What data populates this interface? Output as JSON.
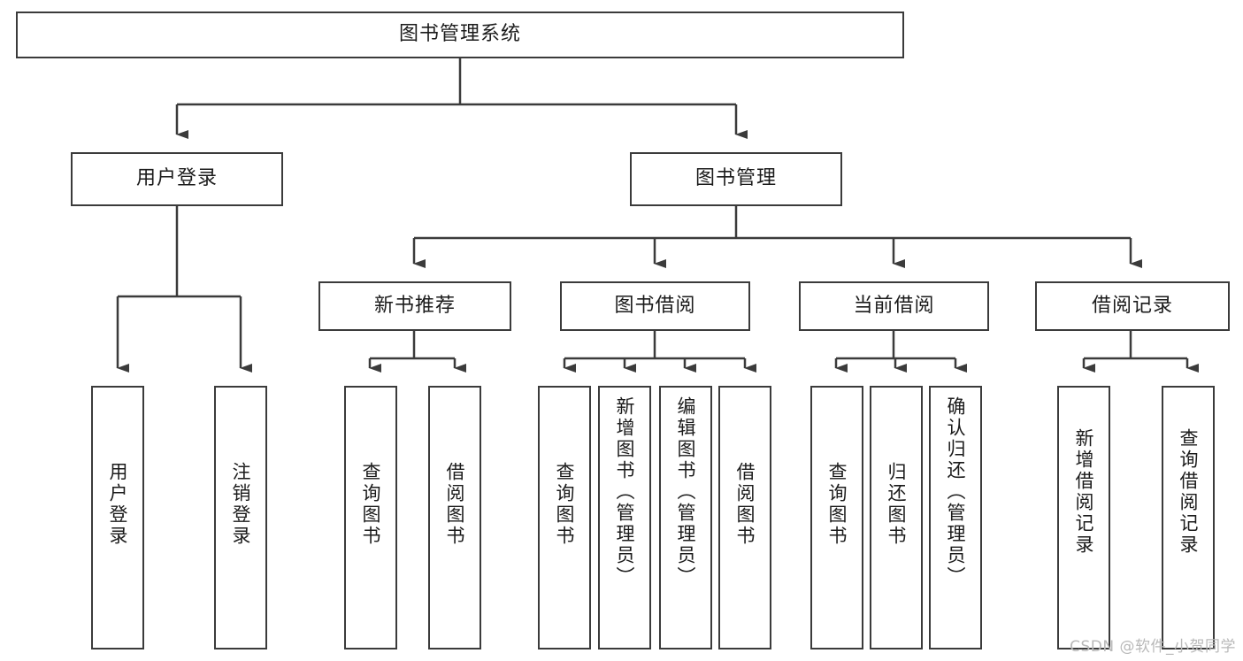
{
  "diagram": {
    "title": "图书管理系统",
    "type": "tree",
    "colors": {
      "stroke": "#3b3b3b",
      "fill": "#ffffff",
      "text": "#1b1b1b",
      "watermark": "#b9b9b9"
    },
    "root": {
      "label": "图书管理系统"
    },
    "level2": [
      {
        "label": "用户登录"
      },
      {
        "label": "图书管理"
      }
    ],
    "level3": [
      {
        "label": "新书推荐"
      },
      {
        "label": "图书借阅"
      },
      {
        "label": "当前借阅"
      },
      {
        "label": "借阅记录"
      }
    ],
    "leaves": {
      "user_login": [
        {
          "label": "用户登录"
        },
        {
          "label": "注销登录"
        }
      ],
      "new_book_recommend": [
        {
          "label": "查询图书"
        },
        {
          "label": "借阅图书"
        }
      ],
      "book_borrow": [
        {
          "label": "查询图书"
        },
        {
          "label": "新增图书（管理员）"
        },
        {
          "label": "编辑图书（管理员）"
        },
        {
          "label": "借阅图书"
        }
      ],
      "current_borrow": [
        {
          "label": "查询图书"
        },
        {
          "label": "归还图书"
        },
        {
          "label": "确认归还（管理员）"
        }
      ],
      "borrow_record": [
        {
          "label": "新增借阅记录"
        },
        {
          "label": "查询借阅记录"
        }
      ]
    },
    "watermark": "CSDN @软件_小贺同学"
  }
}
